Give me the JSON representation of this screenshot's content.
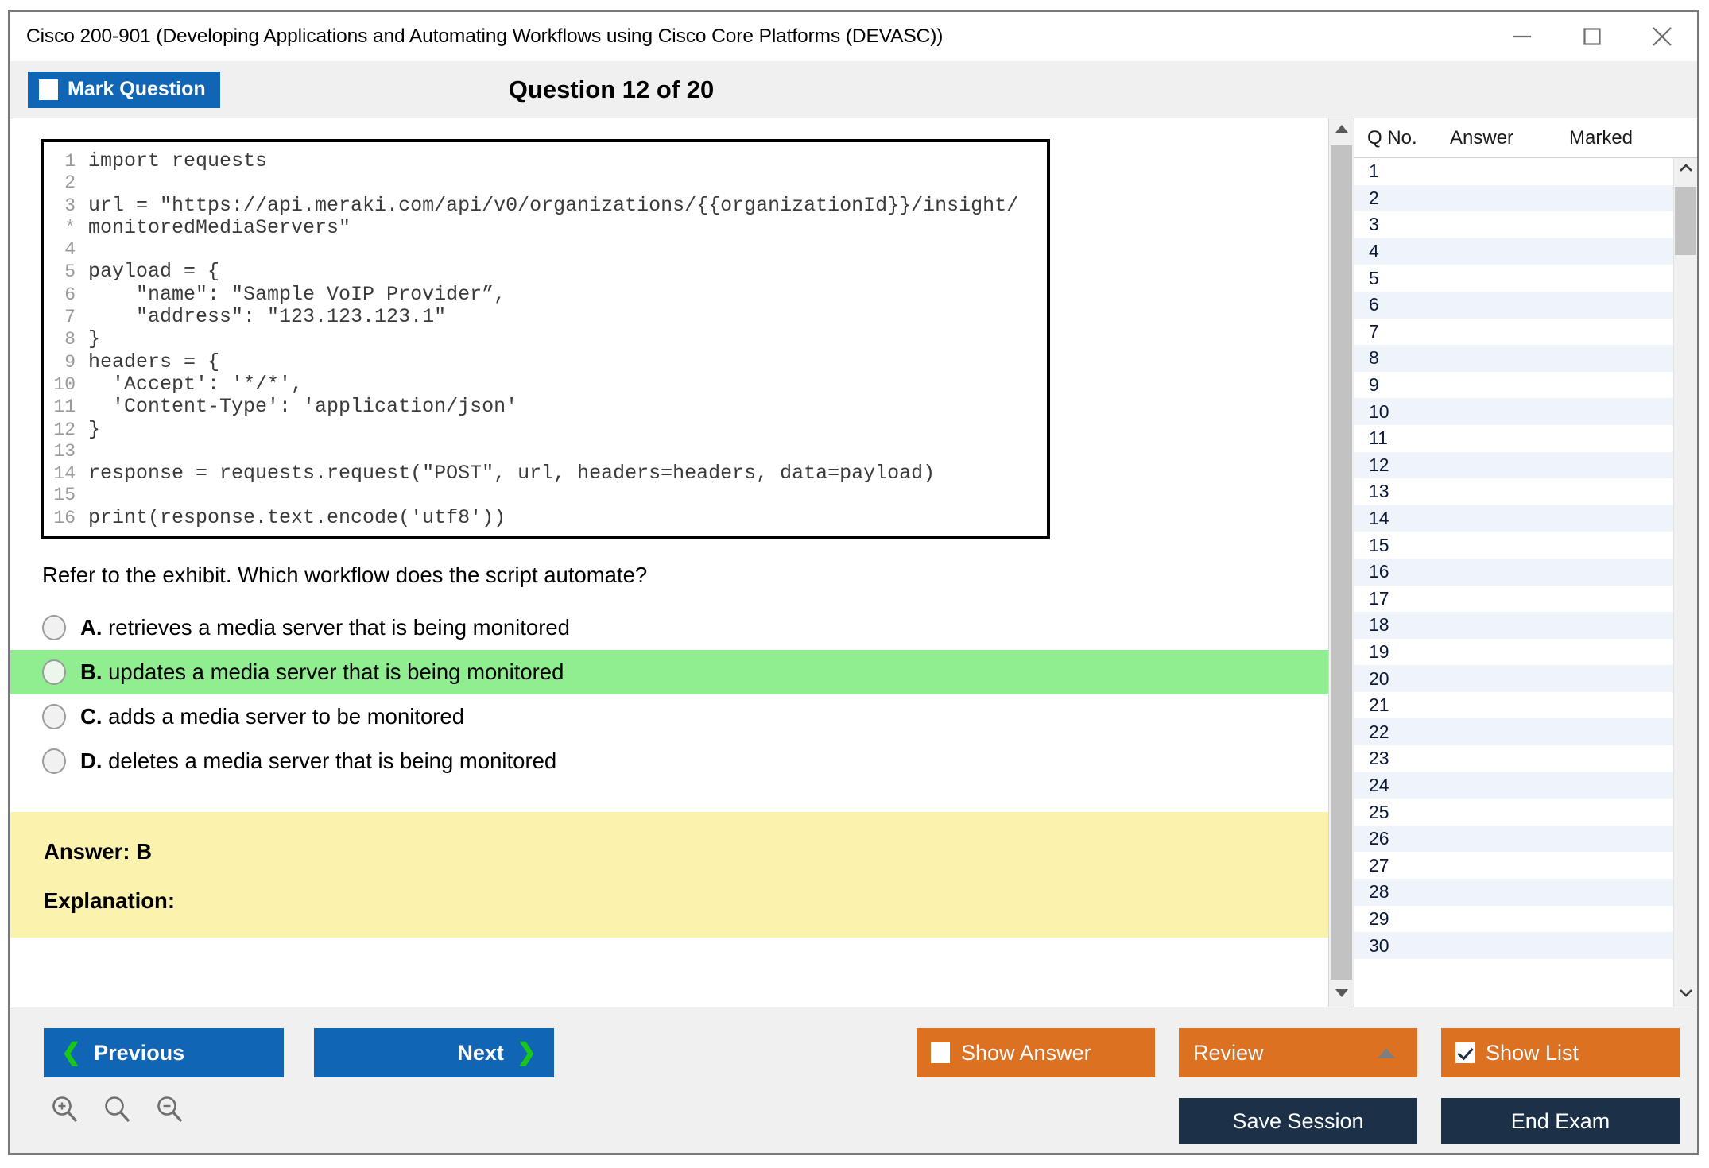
{
  "window": {
    "title": "Cisco 200-901 (Developing Applications and Automating Workflows using Cisco Core Platforms (DEVASC))",
    "controls": {
      "minimize": "minimize-icon",
      "maximize": "maximize-icon",
      "close": "close-icon"
    }
  },
  "header": {
    "mark_question_label": "Mark Question",
    "mark_question_checked": false,
    "question_title": "Question 12 of 20"
  },
  "exhibit": {
    "lines": [
      {
        "no": "1",
        "text": "import requests"
      },
      {
        "no": "2",
        "text": ""
      },
      {
        "no": "3",
        "text": "url = \"https://api.meraki.com/api/v0/organizations/{{organizationId}}/insight/"
      },
      {
        "no": "*",
        "text": "monitoredMediaServers\""
      },
      {
        "no": "4",
        "text": ""
      },
      {
        "no": "5",
        "text": "payload = {"
      },
      {
        "no": "6",
        "text": "    \"name\": \"Sample VoIP Provider”,"
      },
      {
        "no": "7",
        "text": "    \"address\": \"123.123.123.1\""
      },
      {
        "no": "8",
        "text": "}"
      },
      {
        "no": "9",
        "text": "headers = {"
      },
      {
        "no": "10",
        "text": "  'Accept': '*/*',"
      },
      {
        "no": "11",
        "text": "  'Content-Type': 'application/json'"
      },
      {
        "no": "12",
        "text": "}"
      },
      {
        "no": "13",
        "text": ""
      },
      {
        "no": "14",
        "text": "response = requests.request(\"POST\", url, headers=headers, data=payload)"
      },
      {
        "no": "15",
        "text": ""
      },
      {
        "no": "16",
        "text": "print(response.text.encode('utf8'))"
      }
    ]
  },
  "question": {
    "stem": "Refer to the exhibit. Which workflow does the script automate?",
    "options": [
      {
        "letter": "A.",
        "text": "retrieves a media server that is being monitored",
        "highlighted": false
      },
      {
        "letter": "B.",
        "text": "updates a media server that is being monitored",
        "highlighted": true
      },
      {
        "letter": "C.",
        "text": "adds a media server to be monitored",
        "highlighted": false
      },
      {
        "letter": "D.",
        "text": "deletes a media server that is being monitored",
        "highlighted": false
      }
    ]
  },
  "answer_panel": {
    "answer_label": "Answer: B",
    "explanation_label": "Explanation:"
  },
  "list_panel": {
    "columns": [
      "Q No.",
      "Answer",
      "Marked"
    ],
    "rows": [
      {
        "no": "1",
        "answer": "",
        "marked": ""
      },
      {
        "no": "2",
        "answer": "",
        "marked": ""
      },
      {
        "no": "3",
        "answer": "",
        "marked": ""
      },
      {
        "no": "4",
        "answer": "",
        "marked": ""
      },
      {
        "no": "5",
        "answer": "",
        "marked": ""
      },
      {
        "no": "6",
        "answer": "",
        "marked": ""
      },
      {
        "no": "7",
        "answer": "",
        "marked": ""
      },
      {
        "no": "8",
        "answer": "",
        "marked": ""
      },
      {
        "no": "9",
        "answer": "",
        "marked": ""
      },
      {
        "no": "10",
        "answer": "",
        "marked": ""
      },
      {
        "no": "11",
        "answer": "",
        "marked": ""
      },
      {
        "no": "12",
        "answer": "",
        "marked": ""
      },
      {
        "no": "13",
        "answer": "",
        "marked": ""
      },
      {
        "no": "14",
        "answer": "",
        "marked": ""
      },
      {
        "no": "15",
        "answer": "",
        "marked": ""
      },
      {
        "no": "16",
        "answer": "",
        "marked": ""
      },
      {
        "no": "17",
        "answer": "",
        "marked": ""
      },
      {
        "no": "18",
        "answer": "",
        "marked": ""
      },
      {
        "no": "19",
        "answer": "",
        "marked": ""
      },
      {
        "no": "20",
        "answer": "",
        "marked": ""
      },
      {
        "no": "21",
        "answer": "",
        "marked": ""
      },
      {
        "no": "22",
        "answer": "",
        "marked": ""
      },
      {
        "no": "23",
        "answer": "",
        "marked": ""
      },
      {
        "no": "24",
        "answer": "",
        "marked": ""
      },
      {
        "no": "25",
        "answer": "",
        "marked": ""
      },
      {
        "no": "26",
        "answer": "",
        "marked": ""
      },
      {
        "no": "27",
        "answer": "",
        "marked": ""
      },
      {
        "no": "28",
        "answer": "",
        "marked": ""
      },
      {
        "no": "29",
        "answer": "",
        "marked": ""
      },
      {
        "no": "30",
        "answer": "",
        "marked": ""
      }
    ]
  },
  "footer": {
    "previous_label": "Previous",
    "next_label": "Next",
    "show_answer_label": "Show Answer",
    "show_answer_checked": false,
    "review_label": "Review",
    "show_list_label": "Show List",
    "show_list_checked": true,
    "save_session_label": "Save Session",
    "end_exam_label": "End Exam",
    "zoom_icons": [
      "zoom-in-icon",
      "zoom-reset-icon",
      "zoom-out-icon"
    ]
  },
  "colors": {
    "primary_blue": "#1065b5",
    "orange": "#dd7122",
    "navy": "#1c3048",
    "highlight_green": "#90ee90",
    "answer_yellow": "#fbf3ad",
    "chevron_green": "#18c818"
  }
}
